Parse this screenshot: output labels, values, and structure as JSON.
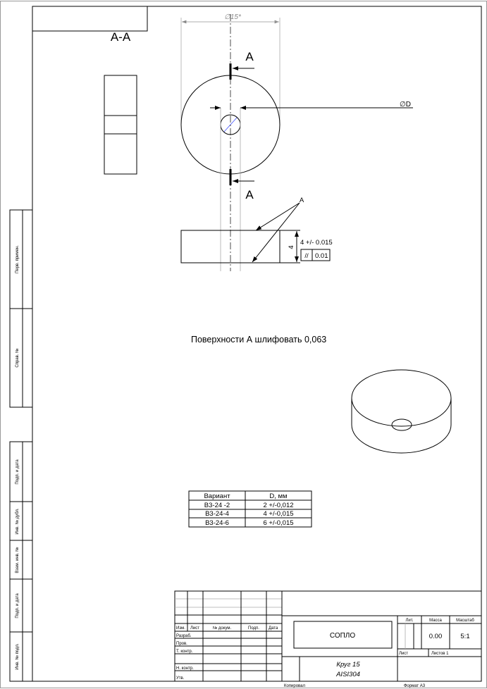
{
  "drawing": {
    "section_label": "A-A",
    "dim_diameter_outer": "∅15*",
    "dim_diameter_hole": "∅D",
    "section_mark_top": "A",
    "section_mark_bottom": "A",
    "surface_leader": "A",
    "dim_height": "4",
    "height_tolerance": "4 +/- 0.015",
    "parallelism_symbol": "//",
    "parallelism_value": "0.01",
    "note": "Поверхности А шлифовать 0,063"
  },
  "variant_table": {
    "headers": [
      "Вариант",
      "D, мм"
    ],
    "rows": [
      [
        "В3-24 -2",
        "2 +/-0,012"
      ],
      [
        "В3-24-4",
        "4 +/-0,015"
      ],
      [
        "В3-24-6",
        "6 +/-0,015"
      ]
    ]
  },
  "side_strip": [
    "Перв. примен.",
    "Справ. №",
    "Подп. и дата",
    "Инв. № дубл.",
    "Взам. инв. №",
    "Подп. и дата",
    "Инв. № подл."
  ],
  "title_block": {
    "columns": [
      "Изм.",
      "Лист",
      "№ докум.",
      "Подп.",
      "Дата"
    ],
    "roles": [
      "Разраб.",
      "Пров.",
      "Т. контр.",
      "Н. контр.",
      "Утв."
    ],
    "name": "СОПЛО",
    "lit_label": "Лит.",
    "mass_label": "Масса",
    "scale_label": "Масштаб",
    "mass": "0.00",
    "scale": "5:1",
    "sheet_label": "Лист",
    "sheets": "Листов 1",
    "material_line1": "Круг 15",
    "material_line2": "AISI304",
    "copied": "Копировал",
    "format": "Формат A3"
  }
}
